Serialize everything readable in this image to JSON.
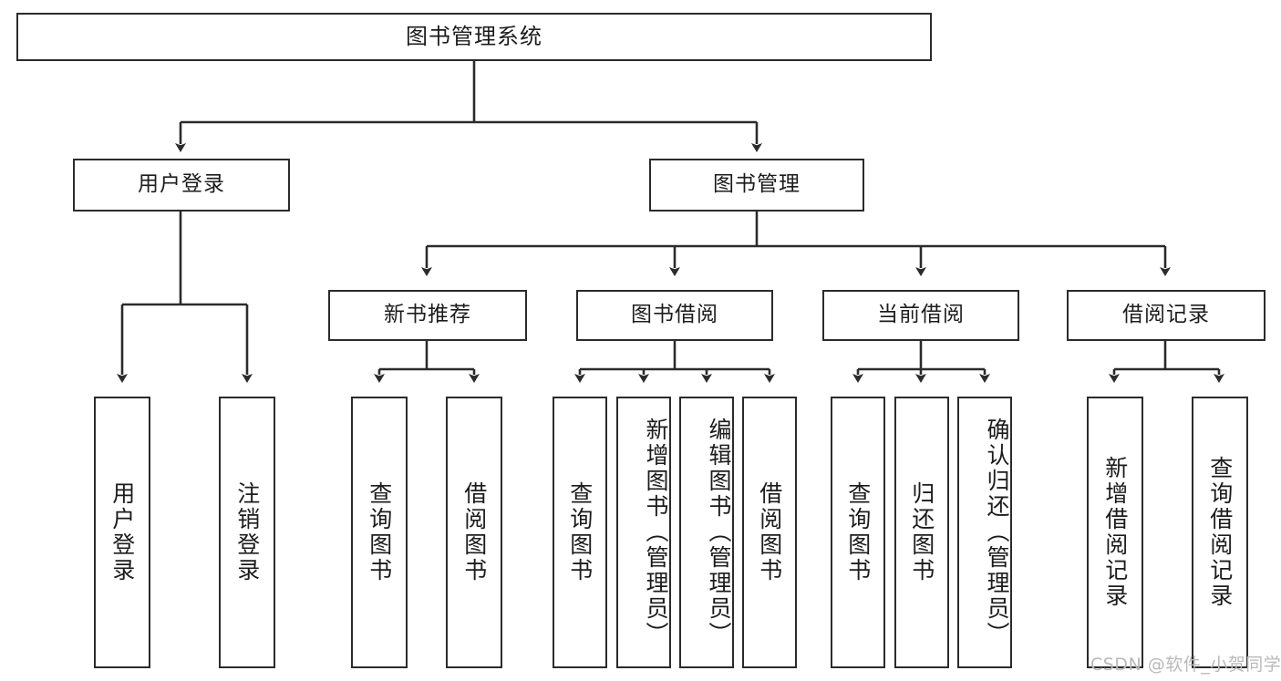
{
  "diagram": {
    "title": "图书管理系统",
    "type": "tree-hierarchy-chart",
    "watermark": "CSDN @软件_小贺同学",
    "colors": {
      "stroke": "#2b2b2b",
      "fill": "#ffffff",
      "text": "#1c1c1c",
      "watermark": "#b9b9b9"
    },
    "root": {
      "label": "图书管理系统"
    },
    "level2": [
      {
        "label": "用户登录"
      },
      {
        "label": "图书管理"
      }
    ],
    "level3": [
      {
        "label": "新书推荐"
      },
      {
        "label": "图书借阅"
      },
      {
        "label": "当前借阅"
      },
      {
        "label": "借阅记录"
      }
    ],
    "leaves": {
      "user_login": [
        {
          "label": "用户登录"
        },
        {
          "label": "注销登录"
        }
      ],
      "new_book_recommend": [
        {
          "label": "查询图书"
        },
        {
          "label": "借阅图书"
        }
      ],
      "book_borrow": [
        {
          "label": "查询图书"
        },
        {
          "label": "新增图书（管理员）"
        },
        {
          "label": "编辑图书（管理员）"
        },
        {
          "label": "借阅图书"
        }
      ],
      "current_borrow": [
        {
          "label": "查询图书"
        },
        {
          "label": "归还图书"
        },
        {
          "label": "确认归还（管理员）"
        }
      ],
      "borrow_record": [
        {
          "label": "新增借阅记录"
        },
        {
          "label": "查询借阅记录"
        }
      ]
    }
  }
}
